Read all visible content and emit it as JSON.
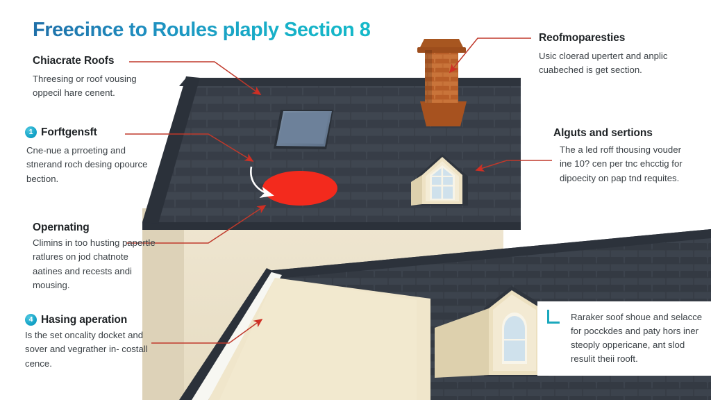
{
  "page": {
    "title": "Freecince to Roules plaply Section 8",
    "title_color": "#1b8fbf",
    "background_color": "#ffffff",
    "accent_color": "#17aec8",
    "leader_line_color": "#c0392b"
  },
  "notes": {
    "top_left": {
      "heading": "Chiacrate Roofs",
      "body": "Threesing or roof vousing oppecil hare cenent."
    },
    "mid_left": {
      "badge": "1",
      "heading": "Forftgensft",
      "body": "Cne-nue a prroeting and stnerand roch desing opource bection."
    },
    "lower_left": {
      "heading": "Opernating",
      "body": "Climins in too husting papertle ratlures on jod chatnote aatines and recests andi mousing."
    },
    "bottom_left": {
      "badge": "4",
      "heading": "Hasing aperation",
      "body": "Is the set oncality docket and sover and vegrather in- costall cence."
    },
    "top_right": {
      "heading": "Reofmoparesties",
      "body": "Usic cloerad upertert and anplic cuabeched is get section."
    },
    "mid_right": {
      "heading": "Alguts and sertions",
      "body": "The a led roff thousing vouder ine 10? cen per tnc ehcctig for dipoecity on pap tnd requites."
    },
    "bottom_right": {
      "marker": "L",
      "body": "Raraker soof shoue and selacce for pocckdes and paty hors iner steoply oppericane, ant slod resulit theii rooft."
    }
  },
  "illustration": {
    "name": "house-roof-illustration",
    "colors": {
      "shingle_dark": "#363c46",
      "shingle_mid": "#3d4450",
      "rake_board": "#2b313a",
      "wall_cream": "#ede3cc",
      "wall_shadow": "#d9cfb6",
      "trim_white": "#f7f7f2",
      "brick": "#c0662e",
      "brick_dark": "#9c4e24",
      "skylight": "#6b7f96",
      "window_glass": "#cfe1ec",
      "highlight_ellipse": "#f32a1d"
    },
    "parts": [
      "main-roof",
      "left-gable",
      "chimney",
      "skylight",
      "highlight-ellipse",
      "white-curved-arrow",
      "upper-dormer-window",
      "lower-roof",
      "lower-gable",
      "arched-dormer-window"
    ]
  }
}
